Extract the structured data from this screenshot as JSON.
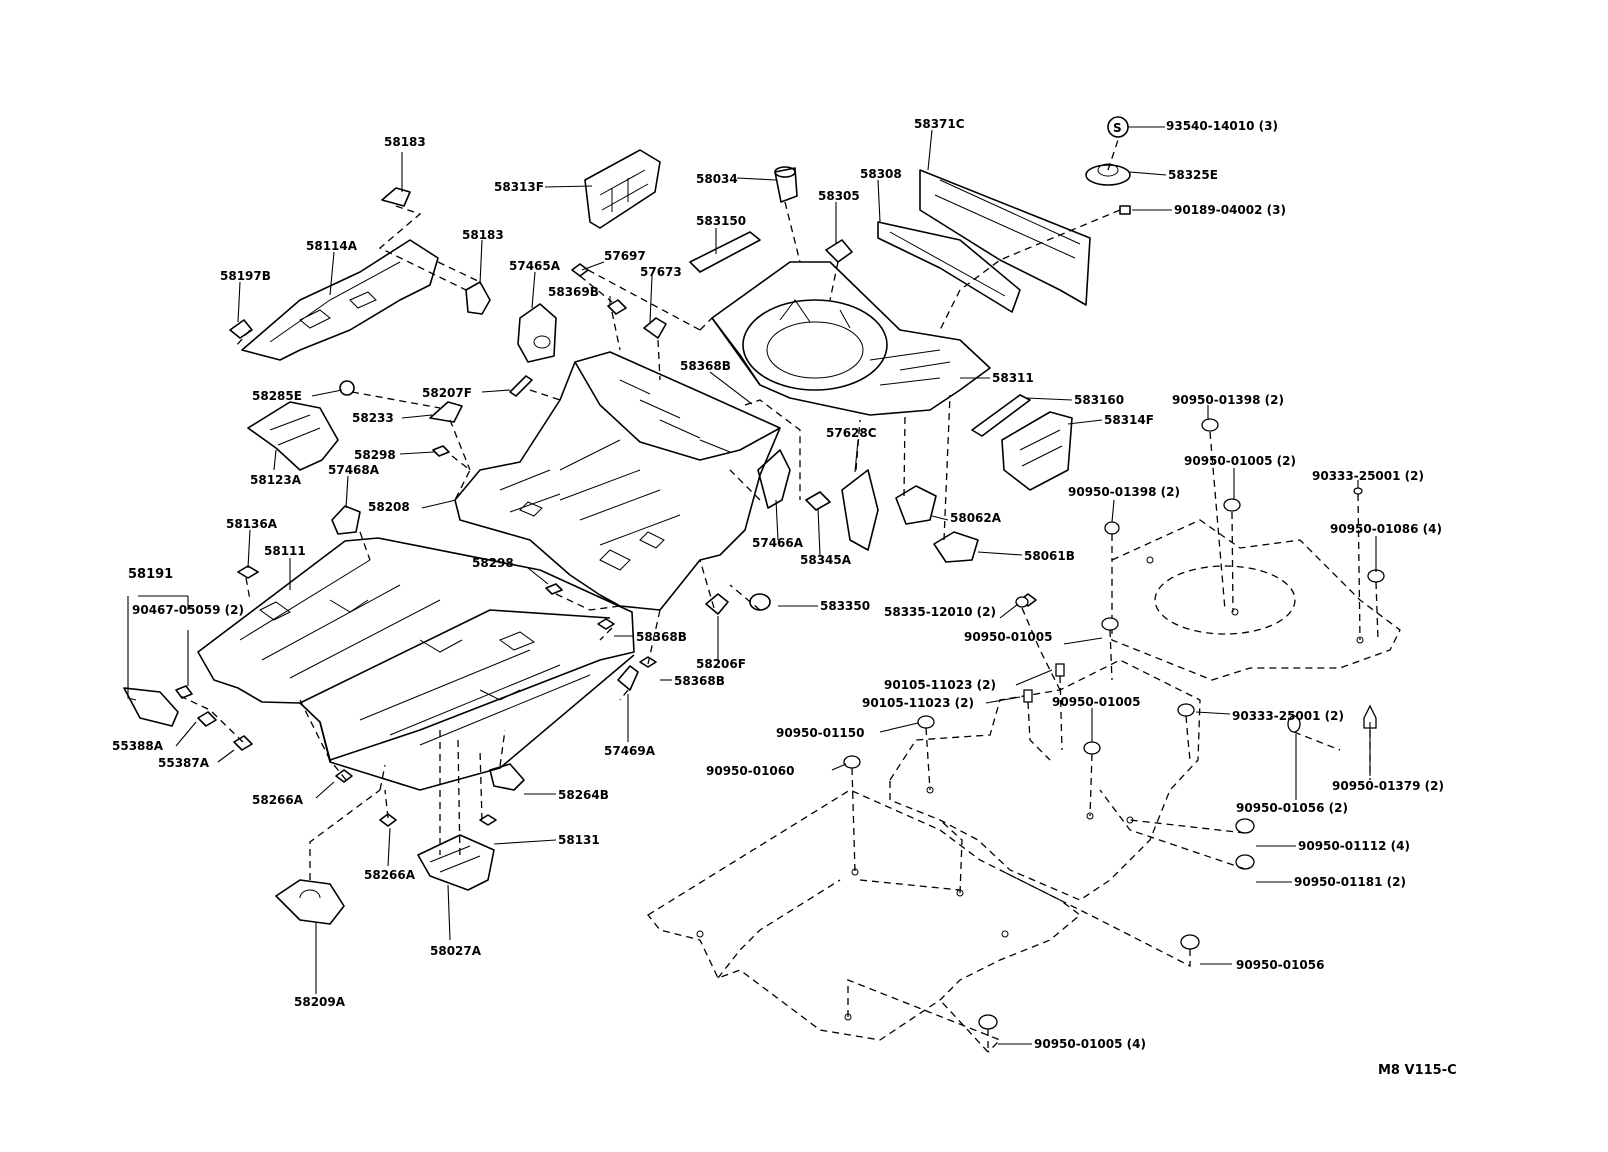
{
  "labels": {
    "p58183a": "58183",
    "p58313F": "58313F",
    "p58034": "58034",
    "p58308": "58308",
    "p58371C": "58371C",
    "p93540": "93540-14010 (3)",
    "p58325E": "58325E",
    "p90189": "90189-04002 (3)",
    "p58305": "58305",
    "p583150": "583150",
    "p58114A": "58114A",
    "p58183b": "58183",
    "p57465A": "57465A",
    "p57697": "57697",
    "p57673": "57673",
    "p58197B": "58197B",
    "p58369B": "58369B",
    "p58368B_top": "58368B",
    "p58311": "58311",
    "p58285E": "58285E",
    "p58207F": "58207F",
    "p58233": "58233",
    "p583160": "583160",
    "p58314F": "58314F",
    "p90950_01398a": "90950-01398 (2)",
    "p58298a": "58298",
    "p57628C": "57628C",
    "p58123A": "58123A",
    "p57468A": "57468A",
    "p90950_01005a": "90950-01005 (2)",
    "p90333a": "90333-25001  (2)",
    "p58208": "58208",
    "p57466A": "57466A",
    "p58062A": "58062A",
    "p90950_01398b": "90950-01398 (2)",
    "p58136A": "58136A",
    "p58345A": "58345A",
    "p90950_01086": "90950-01086 (4)",
    "p58111": "58111",
    "p58061B": "58061B",
    "p58191": "58191",
    "p58298b": "58298",
    "p90467": "90467-05059 (2)",
    "p583350": "583350",
    "p58335": "58335-12010 (2)",
    "p90950_01005b": "90950-01005",
    "p58368B_a": "58368B",
    "p58206F": "58206F",
    "p58368B_b": "58368B",
    "p90105a": "90105-11023 (2)",
    "p90105b": "90105-11023 (2)",
    "p90950_01005c": "90950-01005",
    "p55388A": "55388A",
    "p90333b": "90333-25001 (2)",
    "p90950_01150": "90950-01150",
    "p55387A": "55387A",
    "p57469A": "57469A",
    "p90950_01060": "90950-01060",
    "p90950_01379": "90950-01379 (2)",
    "p58266A_a": "58266A",
    "p58264B": "58264B",
    "p90950_01056a": "90950-01056 (2)",
    "p58131": "58131",
    "p90950_01112": "90950-01112 (4)",
    "p58266A_b": "58266A",
    "p90950_01181": "90950-01181 (2)",
    "p58027A": "58027A",
    "p58209A": "58209A",
    "p90950_01056b": "90950-01056",
    "p90950_01005d": "90950-01005 (4)",
    "code": "M8 V115-C",
    "s_mark": "S"
  }
}
